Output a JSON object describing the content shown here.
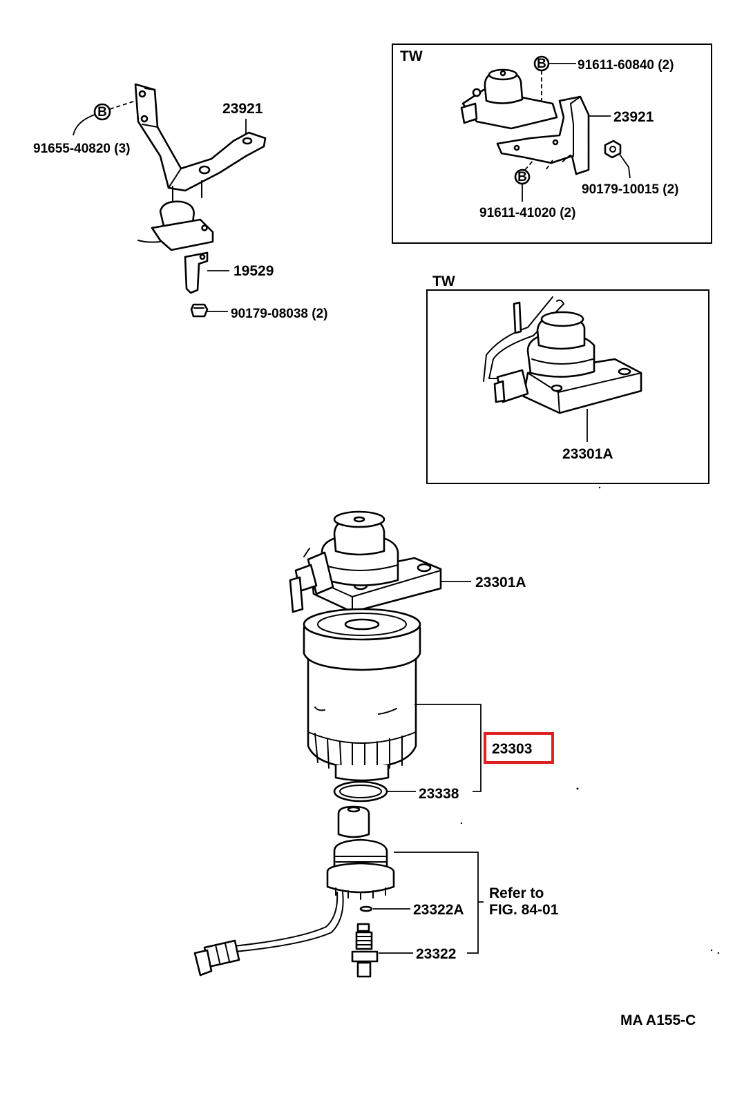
{
  "diagram_code": "MA A155-C",
  "highlight_color": "#e02020",
  "inset_top": {
    "tag": "TW",
    "labels": {
      "bolt_upper": "91611-60840 (2)",
      "bracket": "23921",
      "nut": "90179-10015 (2)",
      "bolt_lower": "91611-41020 (2)"
    }
  },
  "inset_middle": {
    "tag": "TW",
    "labels": {
      "pump": "23301A"
    }
  },
  "bracket_group": {
    "labels": {
      "bolt": "91655-40820 (3)",
      "bracket": "23921",
      "clamp": "19529",
      "nut": "90179-08038 (2)"
    }
  },
  "main_assembly": {
    "labels": {
      "pump": "23301A",
      "filter": "23303",
      "gasket": "23338",
      "plug_oring": "23322A",
      "sensor": "23322"
    },
    "refer_line1": "Refer to",
    "refer_line2": "FIG. 84-01",
    "bolt_symbol": "B"
  }
}
